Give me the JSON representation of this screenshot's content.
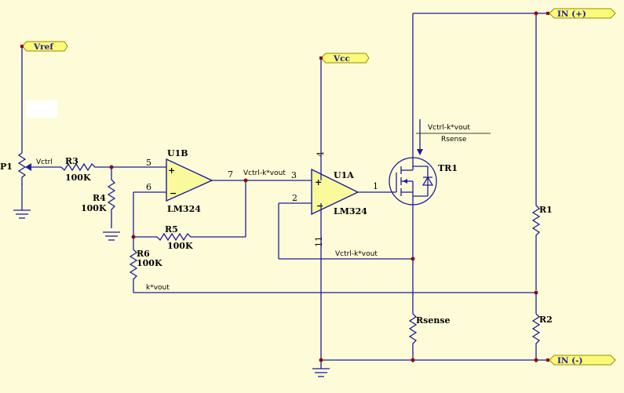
{
  "ports": {
    "vref": "Vref",
    "vcc": "Vcc",
    "in_plus": "IN (+)",
    "in_minus": "IN (-)"
  },
  "components": {
    "p1": "P1",
    "r1": "R1",
    "r2": "R2",
    "r3": "R3",
    "r3_value": "100K",
    "r4": "R4",
    "r4_value": "100K",
    "r5": "R5",
    "r5_value": "100K",
    "r6": "R6",
    "r6_value": "100K",
    "rsense": "Rsense",
    "tr1": "TR1",
    "u1a": "U1A",
    "u1a_part": "LM324",
    "u1b": "U1B",
    "u1b_part": "LM324"
  },
  "pins": {
    "u1b_pin5": "5",
    "u1b_pin6": "6",
    "u1b_pin7": "7",
    "u1a_pin3": "3",
    "u1a_pin2": "2",
    "u1a_pin1": "1",
    "u1a_pin4": "4",
    "u1a_pin11": "11",
    "plus_sign": "+",
    "minus_sign": "−"
  },
  "nets": {
    "vctrl": "Vctrl",
    "u1b_out": "Vctrl-k*vout",
    "feedback": "Vctrl-k*vout",
    "kvout": "k*vout",
    "fraction_num": "Vctrl-k*vout",
    "fraction_den": "Rsense"
  },
  "colors": {
    "background": "#fefcd8",
    "wire": "#1c1c9e",
    "port_fill": "#fbfb7a",
    "opamp_fill": "#fafa9c",
    "junction": "#8a1010"
  }
}
